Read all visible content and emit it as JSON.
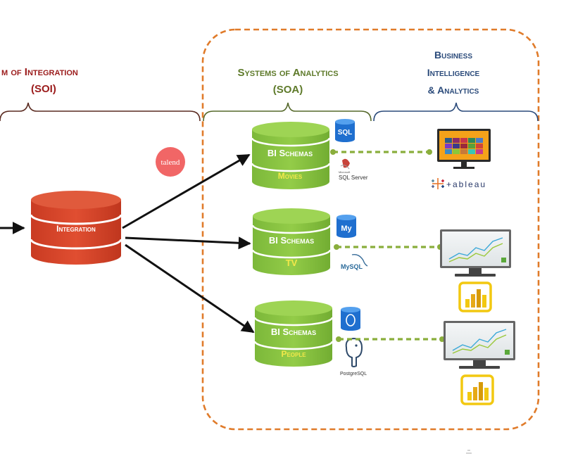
{
  "headers": {
    "soi_line1": "m of Integration",
    "soi_line2": "(SOI)",
    "soa_line1": "Systems of Analytics",
    "soa_line2": "(SOA)",
    "bi_line1": "Business",
    "bi_line2": "Intelligence",
    "bi_line3": "& Analytics"
  },
  "integration": {
    "label": "Integration"
  },
  "talend": {
    "label": "talend"
  },
  "schemas": [
    {
      "top": "BI Schemas",
      "bottom": "Movies",
      "db_badge": "SQL",
      "db_name": "SQL Server",
      "db_small": "Microsoft"
    },
    {
      "top": "BI Schemas",
      "bottom": "TV",
      "db_badge": "My",
      "db_name": "MySQL"
    },
    {
      "top": "BI Schemas",
      "bottom": "People",
      "db_badge": "",
      "db_name": "PostgreSQL"
    }
  ],
  "tableau": {
    "label": "+ableau"
  },
  "colors": {
    "soi": "#9b1b1b",
    "soa": "#5e7a2a",
    "bi": "#2a4a7a",
    "green_db": "#8cc63f",
    "green_db_dark": "#6aa22a",
    "red_db": "#d9452a",
    "dotted": "#8aae3c",
    "boundary": "#e07b2a",
    "powerbi": "#f2c811",
    "sql_blue": "#2b7bd6"
  }
}
